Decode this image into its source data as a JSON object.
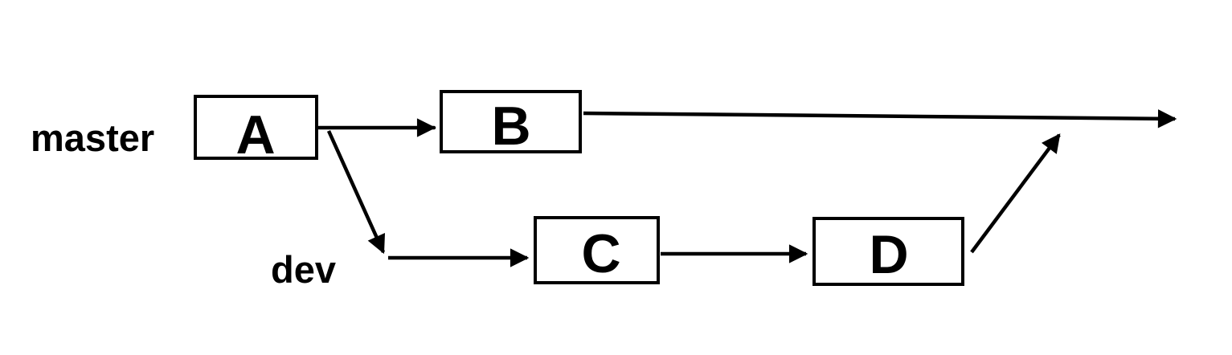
{
  "diagram": {
    "type": "git-branch-diagram",
    "background_color": "#ffffff",
    "stroke_color": "#000000",
    "text_color": "#000000",
    "branches": [
      {
        "label": "master"
      },
      {
        "label": "dev"
      }
    ],
    "nodes": [
      {
        "id": "A",
        "label": "A",
        "branch": "master"
      },
      {
        "id": "B",
        "label": "B",
        "branch": "master"
      },
      {
        "id": "C",
        "label": "C",
        "branch": "dev"
      },
      {
        "id": "D",
        "label": "D",
        "branch": "dev"
      }
    ],
    "edges": [
      {
        "from": "A",
        "to": "B"
      },
      {
        "from": "B",
        "to": "master-continuation"
      },
      {
        "from": "A",
        "to": "dev-branch-point"
      },
      {
        "from": "dev-branch-point",
        "to": "C"
      },
      {
        "from": "C",
        "to": "D"
      },
      {
        "from": "D",
        "to": "master-line-merge"
      }
    ]
  }
}
